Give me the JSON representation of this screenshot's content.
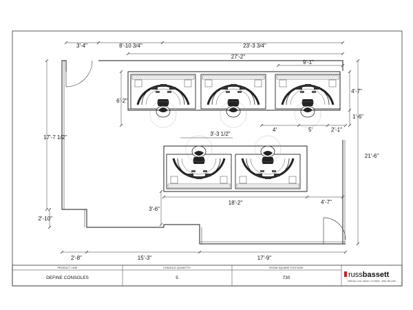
{
  "dimensions": {
    "top_3_4": "3'-4\"",
    "top_8_10_3_4": "8'-10 3/4\"",
    "top_23_3_3_4": "23'-3 3/4\"",
    "top_27_2": "27'-2\"",
    "top_9_1": "9'-1\"",
    "right_4_7": "4'-7\"",
    "right_1_6": "1'-6\"",
    "left_6_2": "6'-2\"",
    "left_17_7_1_2": "17'-7 1/2\"",
    "mid_4": "4'",
    "mid_5": "5'",
    "mid_2_1": "2'-1\"",
    "mid_3_3_1_2": "3'-3 1/2\"",
    "right_21_6": "21'-6\"",
    "low_18_2": "18'-2\"",
    "low_4_7": "4'-7\"",
    "low_3_6": "3'-6\"",
    "left_2_10": "2'-10\"",
    "bottom_2_8": "2'-8\"",
    "bottom_15_3": "15'-3\"",
    "bottom_17_9": "17'-9\""
  },
  "title_block": {
    "product_line_label": "PRODUCT LINE",
    "product_line_value": "DEFINE CONSOLES",
    "console_qty_label": "CONSOLE QUANTITY",
    "console_qty_value": "5",
    "room_sqft_label": "ROOM SQUARE FOOTAGE",
    "room_sqft_value": "730"
  },
  "brand": {
    "name_light": "russ",
    "name_bold": "bassett",
    "address": "8189 Byron Rd. Whittier, CA 90606 · (800) 350-2445"
  },
  "colors": {
    "line": "#222222",
    "light_line": "#888888",
    "logo_red": "#c8202a"
  }
}
